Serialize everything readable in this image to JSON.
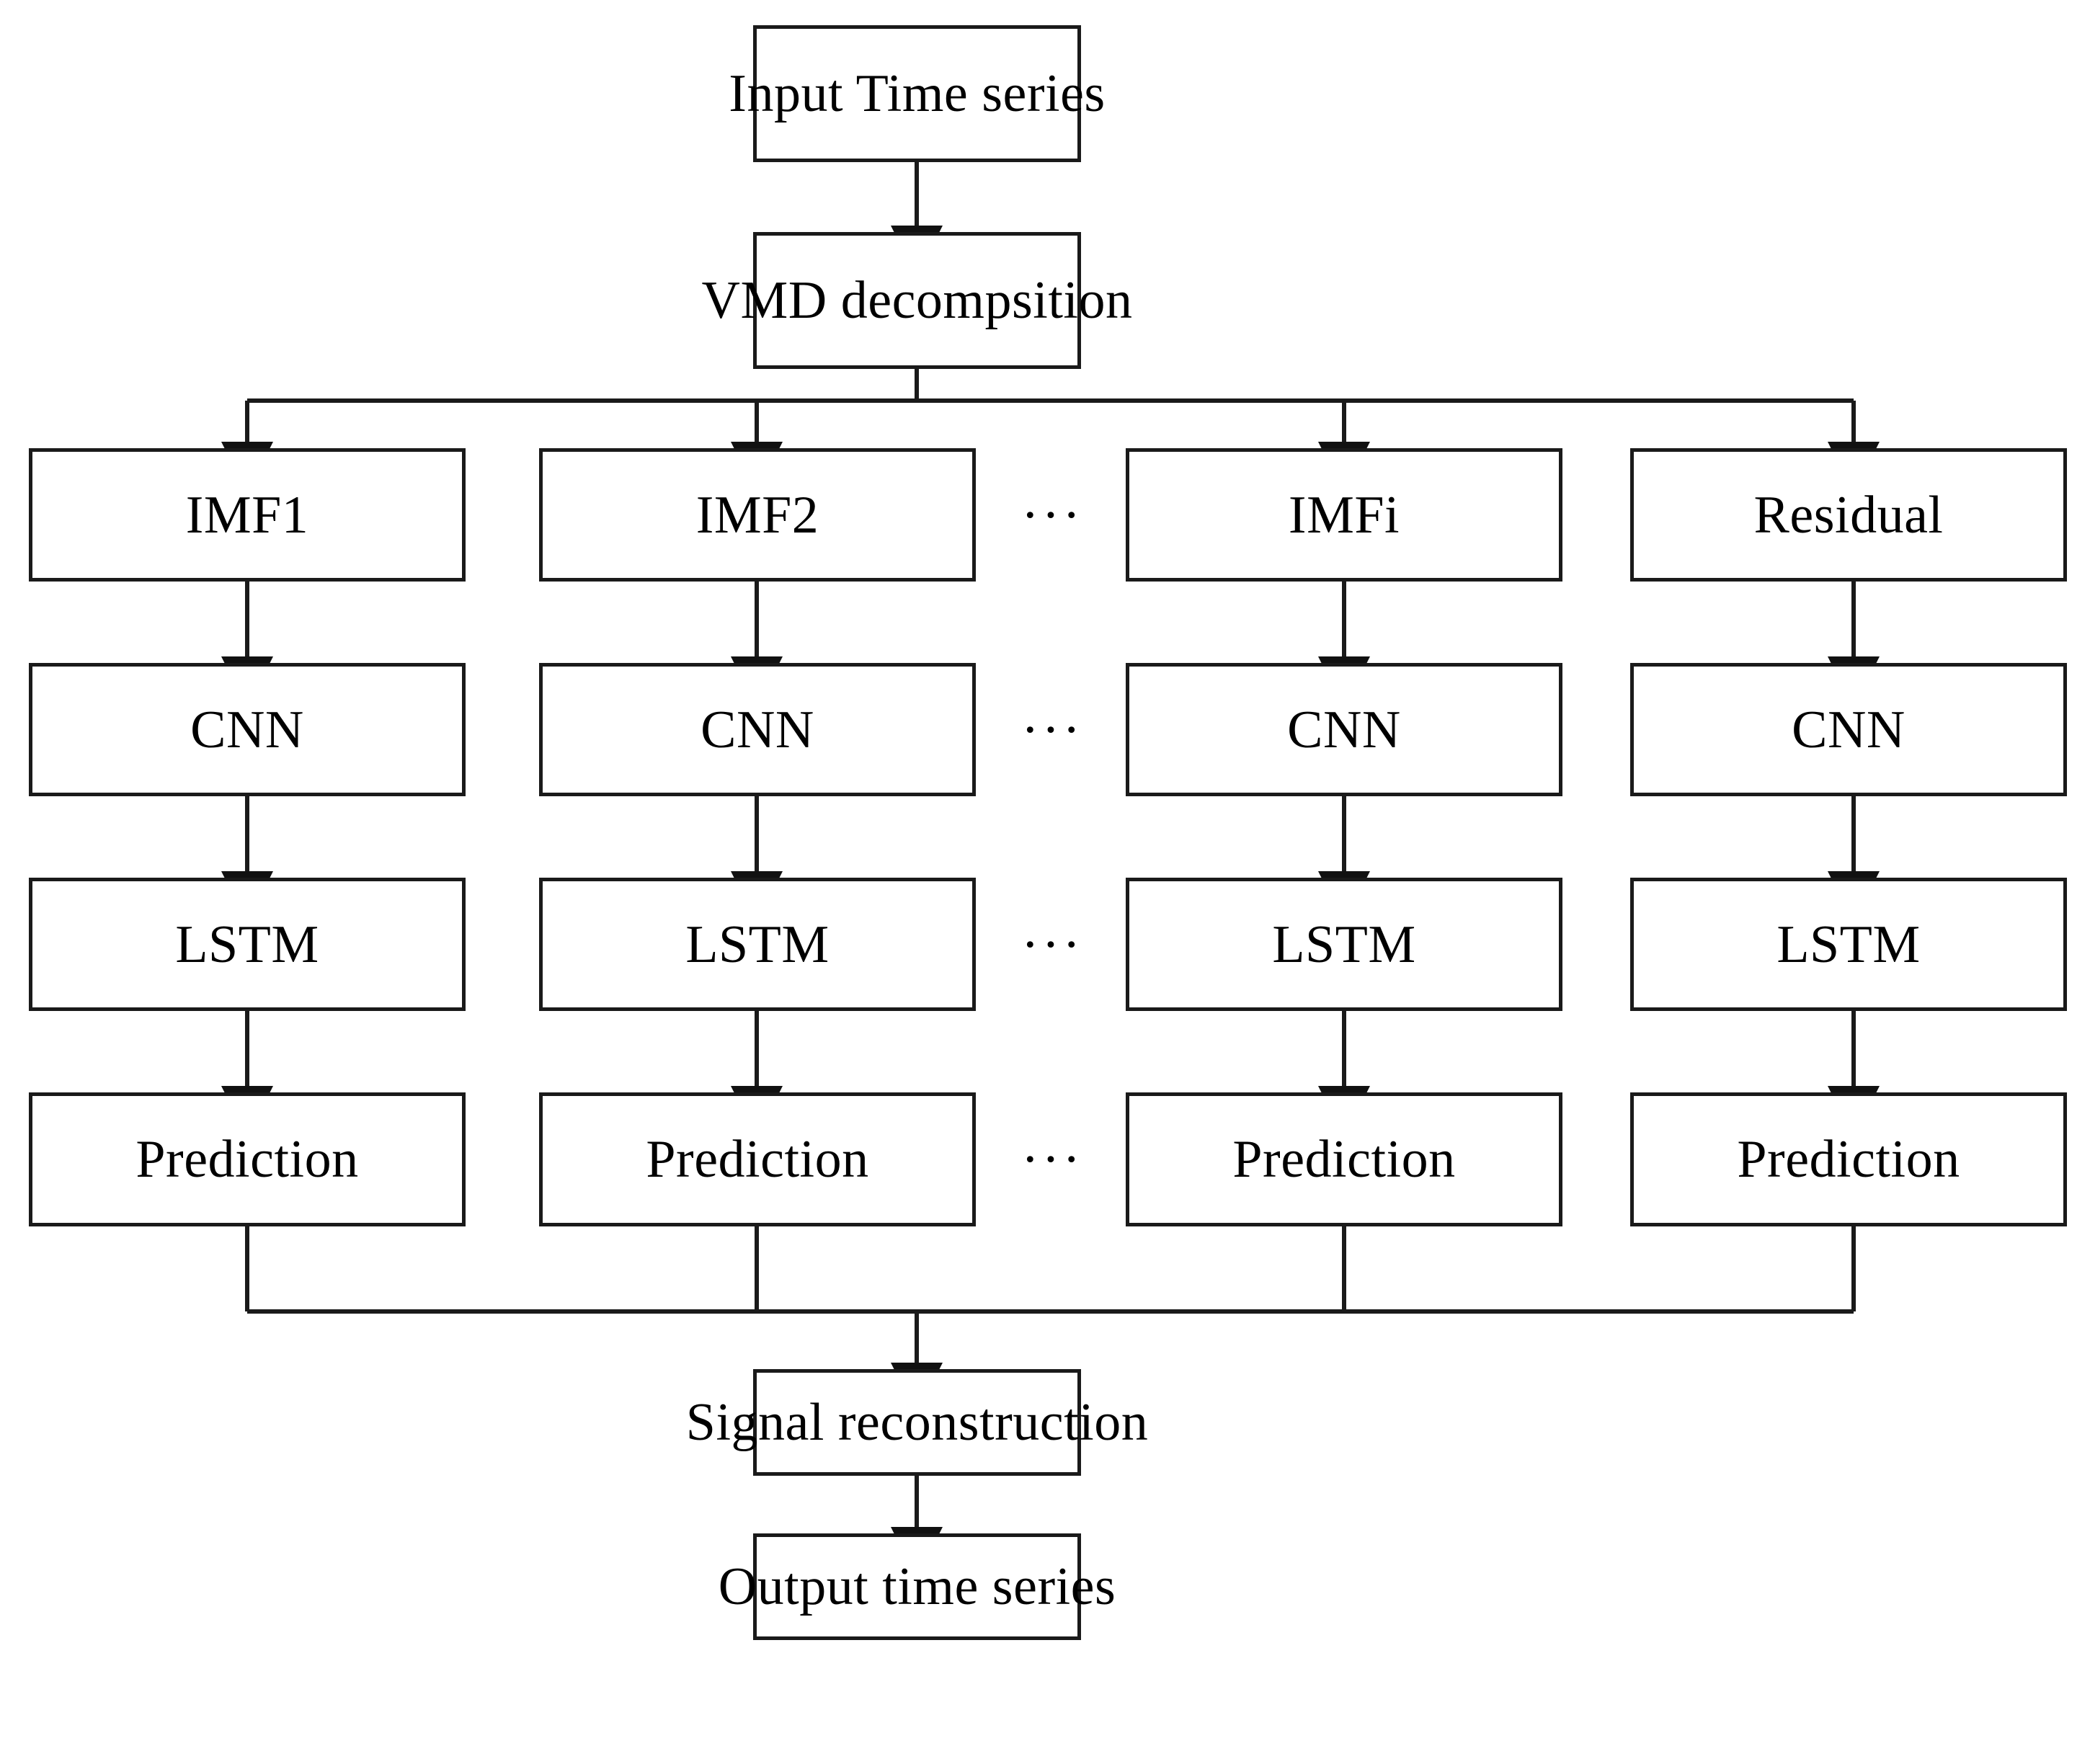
{
  "diagram": {
    "title": "VMD-CNN-LSTM time series forecasting flowchart",
    "line_color": "#1a1a1a",
    "background_color": "#ffffff",
    "text_color": "#000000"
  },
  "nodes": {
    "input": {
      "label": "Input Time series"
    },
    "vmd": {
      "label": "VMD decompsition"
    },
    "imf1": {
      "label": "IMF1"
    },
    "imf2": {
      "label": "IMF2"
    },
    "imfi": {
      "label": "IMFi"
    },
    "residual": {
      "label": "Residual"
    },
    "cnn1": {
      "label": "CNN"
    },
    "cnn2": {
      "label": "CNN"
    },
    "cnn3": {
      "label": "CNN"
    },
    "cnn4": {
      "label": "CNN"
    },
    "lstm1": {
      "label": "LSTM"
    },
    "lstm2": {
      "label": "LSTM"
    },
    "lstm3": {
      "label": "LSTM"
    },
    "lstm4": {
      "label": "LSTM"
    },
    "pred1": {
      "label": "Prediction"
    },
    "pred2": {
      "label": "Prediction"
    },
    "pred3": {
      "label": "Prediction"
    },
    "pred4": {
      "label": "Prediction"
    },
    "reconstruction": {
      "label": "Signal reconstruction"
    },
    "output": {
      "label": "Output time series"
    }
  },
  "ellipses": {
    "row_imf": "···",
    "row_cnn": "···",
    "row_lstm": "···",
    "row_prediction": "···"
  }
}
